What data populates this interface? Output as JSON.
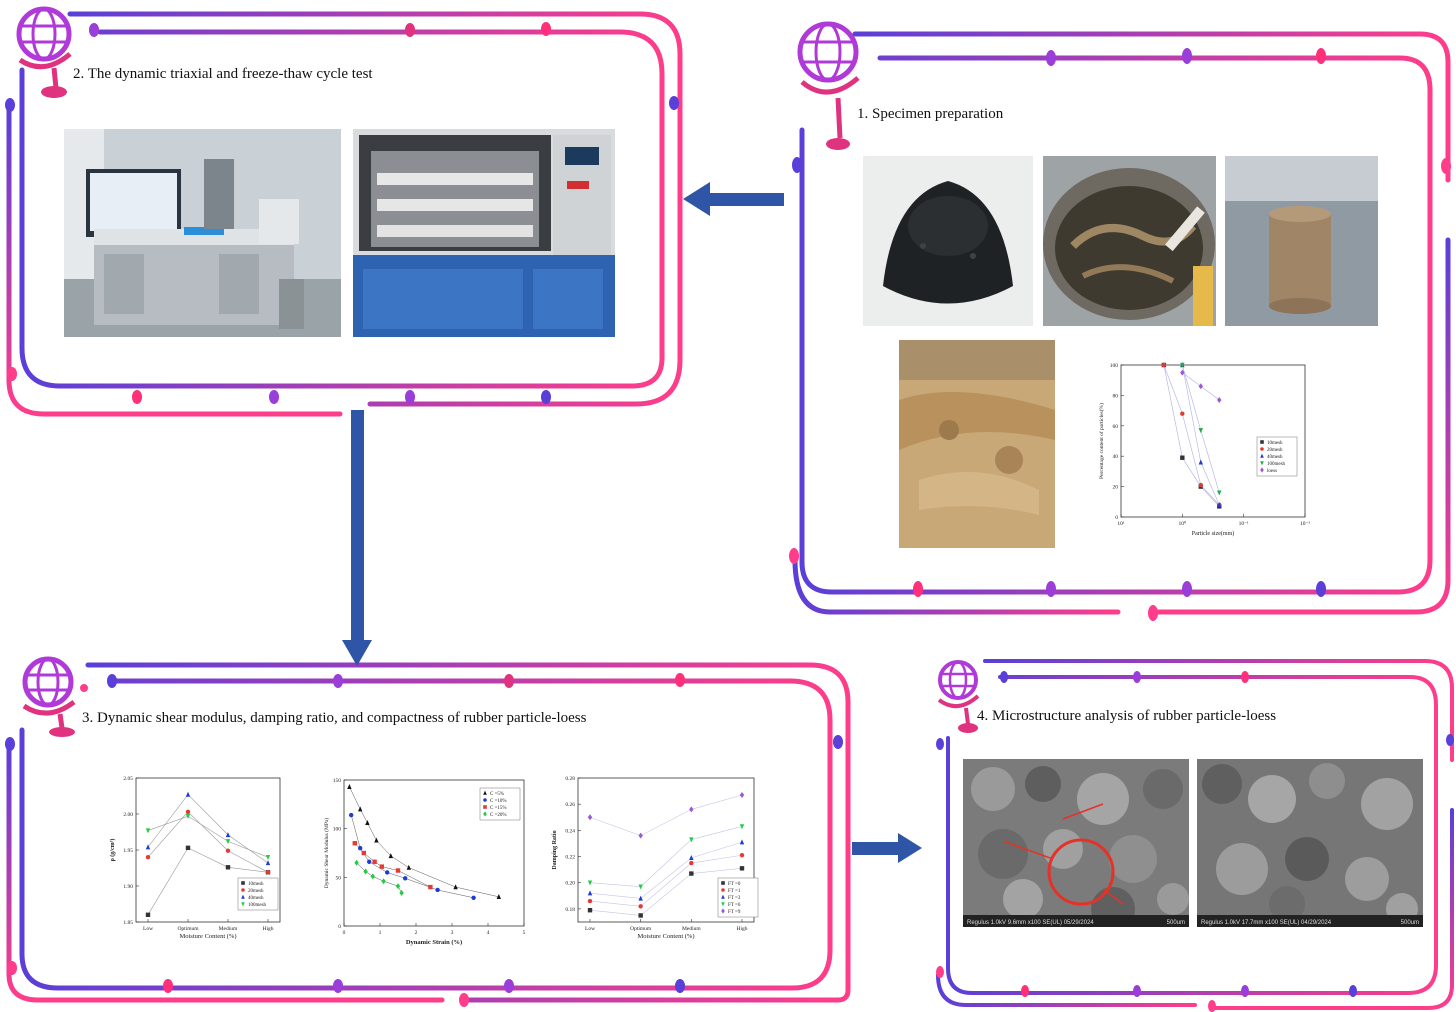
{
  "panels": {
    "p1": {
      "title": "1.  Specimen preparation"
    },
    "p2": {
      "title": "2.  The dynamic triaxial and freeze-thaw cycle test"
    },
    "p3": {
      "title": "3.  Dynamic shear modulus, damping ratio, and compactness of rubber particle-loess"
    },
    "p4": {
      "title": "4.  Microstructure analysis of rubber particle-loess"
    }
  },
  "sem": {
    "left": {
      "footer": "Regulus 1.0kV 9.6mm x100 SE(UL) 05/29/2024",
      "scale": "500um"
    },
    "right": {
      "footer": "Regulus 1.0kV 17.7mm x100 SE(UL) 04/29/2024",
      "scale": "500um"
    }
  },
  "colors": {
    "accent_blue": "#5a3fd8",
    "accent_pink": "#ff3d8a",
    "arrow": "#2f56a6"
  },
  "chart_data": [
    {
      "type": "line",
      "title": "",
      "xlabel": "Particle size(mm)",
      "ylabel": "Percentage content of particles(%)",
      "xscale": "log",
      "xticks": [
        "10¹",
        "10⁰",
        "10⁻¹",
        "10⁻²"
      ],
      "xlim": [
        10,
        0.01
      ],
      "ylim": [
        0,
        100
      ],
      "yticks": [
        "0",
        "20",
        "40",
        "60",
        "80",
        "100"
      ],
      "series": [
        {
          "name": "10mesh",
          "marker": "square",
          "color": "#333333",
          "points": [
            [
              2,
              100
            ],
            [
              1,
              39
            ],
            [
              0.5,
              20
            ],
            [
              0.25,
              7
            ]
          ]
        },
        {
          "name": "20mesh",
          "marker": "circle",
          "color": "#e53935",
          "points": [
            [
              2,
              100
            ],
            [
              1,
              68
            ],
            [
              0.5,
              21
            ],
            [
              0.25,
              8
            ]
          ]
        },
        {
          "name": "40mesh",
          "marker": "triangle",
          "color": "#1e3cd4",
          "points": [
            [
              1,
              100
            ],
            [
              0.5,
              36
            ],
            [
              0.25,
              8
            ]
          ]
        },
        {
          "name": "100mesh",
          "marker": "triangle-down",
          "color": "#22aa44",
          "points": [
            [
              1,
              100
            ],
            [
              0.5,
              57
            ],
            [
              0.25,
              16
            ]
          ]
        },
        {
          "name": "loess",
          "marker": "diamond",
          "color": "#9b59d6",
          "points": [
            [
              1,
              95
            ],
            [
              0.5,
              86
            ],
            [
              0.25,
              77
            ]
          ]
        }
      ],
      "legend": "right"
    },
    {
      "type": "line",
      "title": "",
      "xlabel": "Moisture Content  (%)",
      "ylabel": "ρ  (g/cm³)",
      "categories": [
        "Low",
        "Optimum",
        "Medium",
        "High"
      ],
      "ylim": [
        1.85,
        2.05
      ],
      "yticks": [
        "1.85",
        "1.90",
        "1.95",
        "2.00",
        "2.05"
      ],
      "series": [
        {
          "name": "10mesh",
          "marker": "square",
          "color": "#333333",
          "values": [
            1.86,
            1.953,
            1.926,
            1.919
          ]
        },
        {
          "name": "20mesh",
          "marker": "circle",
          "color": "#e53935",
          "values": [
            1.94,
            2.003,
            1.949,
            1.919
          ]
        },
        {
          "name": "40mesh",
          "marker": "triangle",
          "color": "#1e3cd4",
          "values": [
            1.954,
            2.027,
            1.971,
            1.932
          ]
        },
        {
          "name": "100mesh",
          "marker": "triangle-down",
          "color": "#22cc44",
          "values": [
            1.977,
            1.997,
            1.962,
            1.94
          ]
        }
      ],
      "legend": "bottom-right"
    },
    {
      "type": "scatter",
      "title": "",
      "xlabel": "Dynamic Strain  (%)",
      "ylabel": "Dynamic Shear Modulus (MPa)",
      "xlim": [
        0,
        5
      ],
      "ylim": [
        0,
        150
      ],
      "xticks": [
        "0",
        "1",
        "2",
        "3",
        "4",
        "5"
      ],
      "yticks": [
        "0",
        "50",
        "100",
        "150"
      ],
      "series": [
        {
          "name": "C =5%",
          "marker": "triangle",
          "color": "#111111",
          "points": [
            [
              0.15,
              143
            ],
            [
              0.45,
              120
            ],
            [
              0.65,
              106
            ],
            [
              0.9,
              88
            ],
            [
              1.3,
              72
            ],
            [
              1.8,
              60
            ],
            [
              3.1,
              40
            ],
            [
              4.3,
              30
            ]
          ]
        },
        {
          "name": "C =10%",
          "marker": "circle",
          "color": "#1e3cd4",
          "points": [
            [
              0.2,
              114
            ],
            [
              0.45,
              80
            ],
            [
              0.7,
              66
            ],
            [
              1.2,
              55
            ],
            [
              1.7,
              49
            ],
            [
              2.6,
              37
            ],
            [
              3.6,
              29
            ]
          ]
        },
        {
          "name": "C =15%",
          "marker": "square",
          "color": "#e53935",
          "points": [
            [
              0.3,
              85
            ],
            [
              0.55,
              75
            ],
            [
              0.85,
              66
            ],
            [
              1.05,
              61
            ],
            [
              1.5,
              57
            ],
            [
              2.4,
              40
            ]
          ]
        },
        {
          "name": "C =20%",
          "marker": "diamond",
          "color": "#22cc44",
          "points": [
            [
              0.35,
              65
            ],
            [
              0.6,
              56
            ],
            [
              0.8,
              51
            ],
            [
              1.1,
              46
            ],
            [
              1.5,
              41
            ],
            [
              1.6,
              34
            ]
          ]
        }
      ],
      "legend": "top-right"
    },
    {
      "type": "line",
      "title": "",
      "xlabel": "Moisture Content  (%)",
      "ylabel": "Damping Ratio",
      "categories": [
        "Low",
        "Optimum",
        "Medium",
        "High"
      ],
      "ylim": [
        0.17,
        0.28
      ],
      "yticks": [
        "0.18",
        "0.20",
        "0.22",
        "0.24",
        "0.26",
        "0.28"
      ],
      "series": [
        {
          "name": "FT =0",
          "marker": "square",
          "color": "#333333",
          "values": [
            0.179,
            0.175,
            0.207,
            0.211
          ]
        },
        {
          "name": "FT =1",
          "marker": "circle",
          "color": "#e53935",
          "values": [
            0.186,
            0.182,
            0.215,
            0.221
          ]
        },
        {
          "name": "FT =3",
          "marker": "triangle",
          "color": "#1e3cd4",
          "values": [
            0.192,
            0.188,
            0.219,
            0.231
          ]
        },
        {
          "name": "FT =6",
          "marker": "triangle-down",
          "color": "#22cc44",
          "values": [
            0.2,
            0.197,
            0.233,
            0.243
          ]
        },
        {
          "name": "FT =9",
          "marker": "diamond",
          "color": "#9b59d6",
          "values": [
            0.25,
            0.236,
            0.256,
            0.267
          ]
        }
      ],
      "legend": "bottom-right"
    }
  ]
}
